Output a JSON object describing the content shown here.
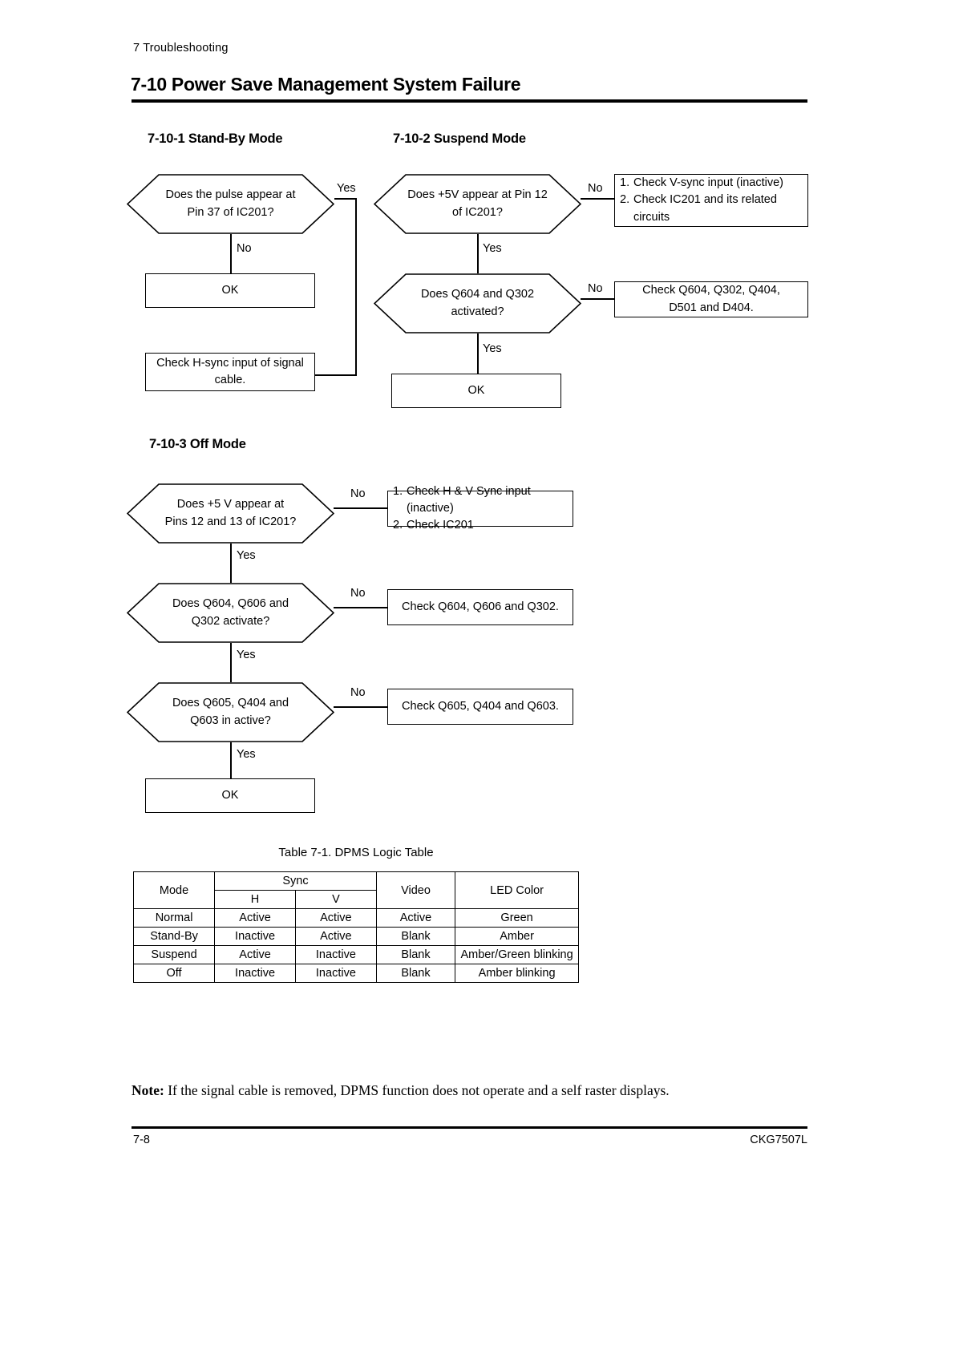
{
  "header": {
    "running_head": "7 Troubleshooting",
    "section_title": "7-10 Power Save Management System Failure"
  },
  "flowcharts": [
    {
      "id": "stand-by",
      "heading": "7-10-1 Stand-By Mode",
      "decision": {
        "line1": "Does the pulse appear at",
        "line2": "Pin 37 of IC201?"
      },
      "edge_yes": "Yes",
      "edge_no": "No",
      "ok_box": "OK",
      "result_box": {
        "line1": "Check H-sync input of signal",
        "line2": "cable."
      }
    },
    {
      "id": "suspend",
      "heading": "7-10-2 Suspend Mode",
      "decision1": {
        "line1": "Does +5V appear at Pin 12",
        "line2": "of IC201?"
      },
      "decision1_no": "No",
      "decision1_yes": "Yes",
      "result1": {
        "items": [
          {
            "num": "1.",
            "text": "Check V-sync input (inactive)"
          },
          {
            "num": "2.",
            "text": "Check IC201 and its related"
          },
          {
            "num": "",
            "text": "circuits"
          }
        ]
      },
      "decision2": {
        "line1": "Does Q604 and Q302",
        "line2": "activated?"
      },
      "decision2_no": "No",
      "decision2_yes": "Yes",
      "result2": {
        "line1": "Check Q604, Q302, Q404,",
        "line2": "D501 and D404."
      },
      "ok_box": "OK"
    },
    {
      "id": "off",
      "heading": "7-10-3 Off Mode",
      "decision1": {
        "line1": "Does +5 V appear at",
        "line2": "Pins 12 and 13 of IC201?"
      },
      "decision1_no": "No",
      "decision1_yes": "Yes",
      "result1": {
        "items": [
          {
            "num": "1.",
            "text": "Check H & V Sync input (inactive)"
          },
          {
            "num": "2.",
            "text": "Check IC201"
          }
        ]
      },
      "decision2": {
        "line1": "Does Q604, Q606 and",
        "line2": "Q302 activate?"
      },
      "decision2_no": "No",
      "decision2_yes": "Yes",
      "result2": "Check Q604, Q606 and Q302.",
      "decision3": {
        "line1": "Does Q605, Q404 and",
        "line2": "Q603 in active?"
      },
      "decision3_no": "No",
      "decision3_yes": "Yes",
      "result3": "Check Q605, Q404 and Q603.",
      "ok_box": "OK"
    }
  ],
  "table": {
    "caption": "Table 7-1. DPMS Logic Table",
    "headers": {
      "mode": "Mode",
      "sync": "Sync",
      "sync_h": "H",
      "sync_v": "V",
      "video": "Video",
      "led": "LED Color"
    },
    "rows": [
      {
        "mode": "Normal",
        "h": "Active",
        "v": "Active",
        "video": "Active",
        "led": "Green"
      },
      {
        "mode": "Stand-By",
        "h": "Inactive",
        "v": "Active",
        "video": "Blank",
        "led": "Amber"
      },
      {
        "mode": "Suspend",
        "h": "Active",
        "v": "Inactive",
        "video": "Blank",
        "led": "Amber/Green blinking"
      },
      {
        "mode": "Off",
        "h": "Inactive",
        "v": "Inactive",
        "video": "Blank",
        "led": "Amber blinking"
      }
    ]
  },
  "note": {
    "label": "Note:",
    "text": " If the signal cable is removed, DPMS function does not operate and a self raster displays."
  },
  "footer": {
    "page_number": "7-8",
    "doc_code": "CKG7507L"
  }
}
